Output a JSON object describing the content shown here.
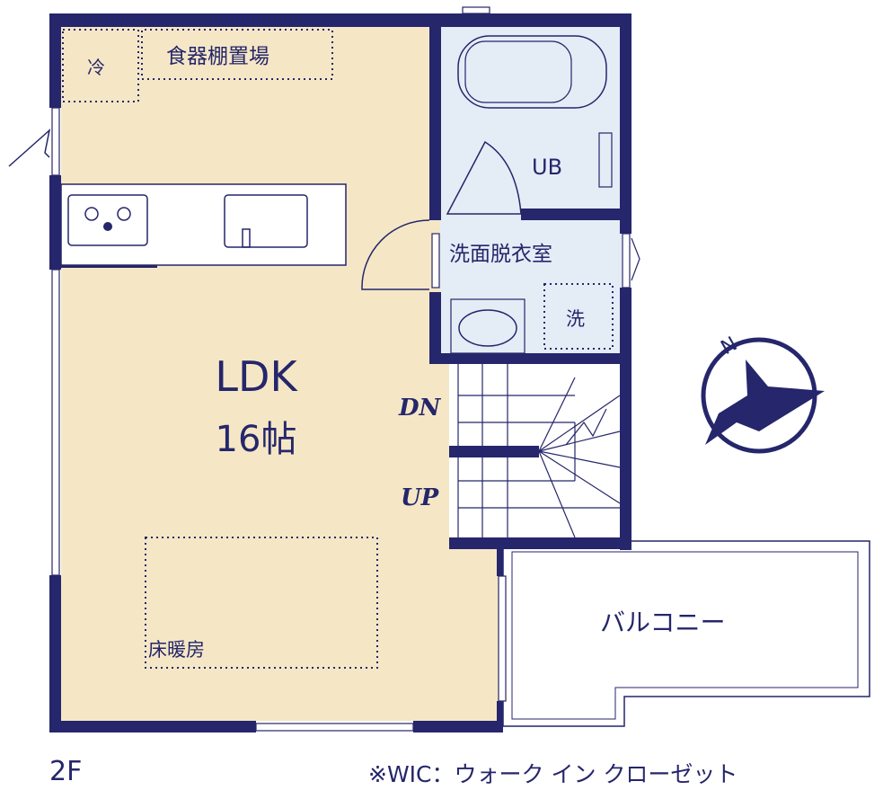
{
  "floor": "2F",
  "rooms": {
    "ldk": {
      "name": "LDK",
      "size": "16帖"
    },
    "fridge": "冷",
    "cupboard": "食器棚置場",
    "floor_heating": "床暖房",
    "bath": "UB",
    "washroom": "洗面脱衣室",
    "washer": "洗",
    "balcony": "バルコニー"
  },
  "stairs": {
    "down": "DN",
    "up": "UP"
  },
  "compass": {
    "north": "N"
  },
  "note": "※WIC：ウォーク イン クローゼット",
  "colors": {
    "wall": "#25266b",
    "ldk": "#f5e7c6",
    "wet": "#e4edf6"
  }
}
